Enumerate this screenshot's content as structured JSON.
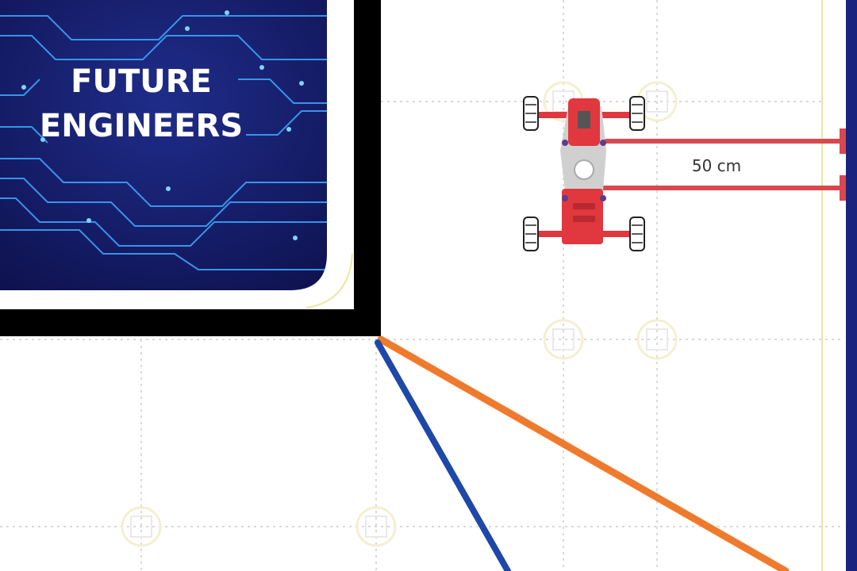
{
  "banner": {
    "line1": "FUTURE",
    "line2": "ENGINEERS"
  },
  "measurement": {
    "label": "50 cm"
  },
  "colors": {
    "grid": "#d9d9d9",
    "banner_bg": "#141a63",
    "circuit": "#3fa9ff",
    "border": "#000000",
    "measure": "#d9474f",
    "robot_body": "#e0383e",
    "robot_frame": "#d0d0d0",
    "line_orange": "#f07a2c",
    "line_blue": "#1e48a8",
    "boundary_yellow": "#ece6a2",
    "wall_right": "#1a237e"
  },
  "icons": {
    "robot": "robot-car-topview-icon"
  }
}
